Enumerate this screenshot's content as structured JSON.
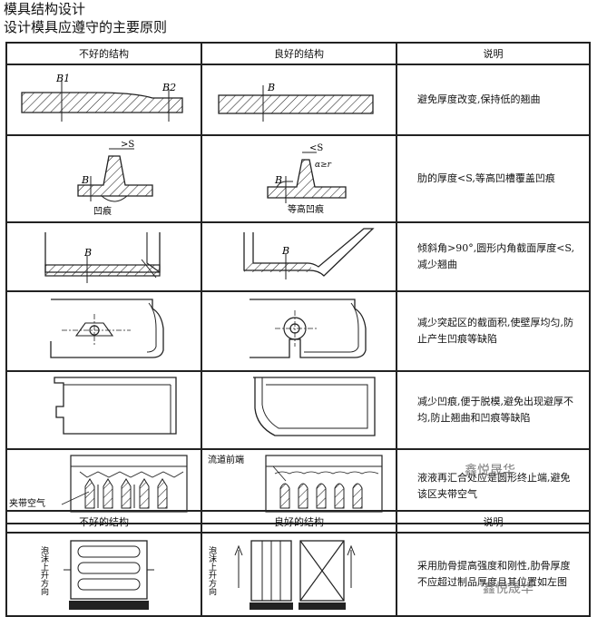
{
  "heading": {
    "title": "模具结构设计",
    "subtitle": "设计模具应遵守的主要原则"
  },
  "table1": {
    "headers": [
      "不好的结构",
      "良好的结构",
      "说明"
    ],
    "rows": [
      {
        "desc": "避免厚度改变,保持低的翘曲",
        "bad_labels": [
          "B1",
          "B2"
        ],
        "good_labels": [
          "B"
        ]
      },
      {
        "desc": "肋的厚度<S,等高凹槽覆盖凹痕",
        "bad_labels": [
          ">S",
          "B",
          "凹痕"
        ],
        "good_labels": [
          "<S",
          "α≥r",
          "B",
          "等高凹痕"
        ]
      },
      {
        "desc": "倾斜角>90°,圆形内角截面厚度<S,减少翘曲",
        "bad_labels": [
          "B"
        ],
        "good_labels": [
          "B"
        ]
      },
      {
        "desc": "减少突起区的截面积,使壁厚均匀,防止产生凹痕等缺陷",
        "bad_labels": [],
        "good_labels": []
      },
      {
        "desc": "减少凹痕,便于脱模,避免出现避厚不均,防止翘曲和凹痕等缺陷",
        "bad_labels": [],
        "good_labels": []
      },
      {
        "desc": "液液再汇合处应是圆形终止端,避免该区夹带空气",
        "bad_labels": [
          "夹带空气"
        ],
        "good_labels": [
          "流道前端"
        ]
      }
    ]
  },
  "table2": {
    "headers": [
      "不好的结构",
      "良好的结构",
      "说明"
    ],
    "row": {
      "desc": "采用肋骨提高强度和刚性,肋骨厚度不应超过制品厚度且其位置如左图",
      "bad_label": "泡沫上升方向",
      "good_label": "泡沫上升方向"
    }
  },
  "watermark": "鑫悦晟华",
  "colors": {
    "ink": "#222222",
    "watermark": "#666666"
  }
}
